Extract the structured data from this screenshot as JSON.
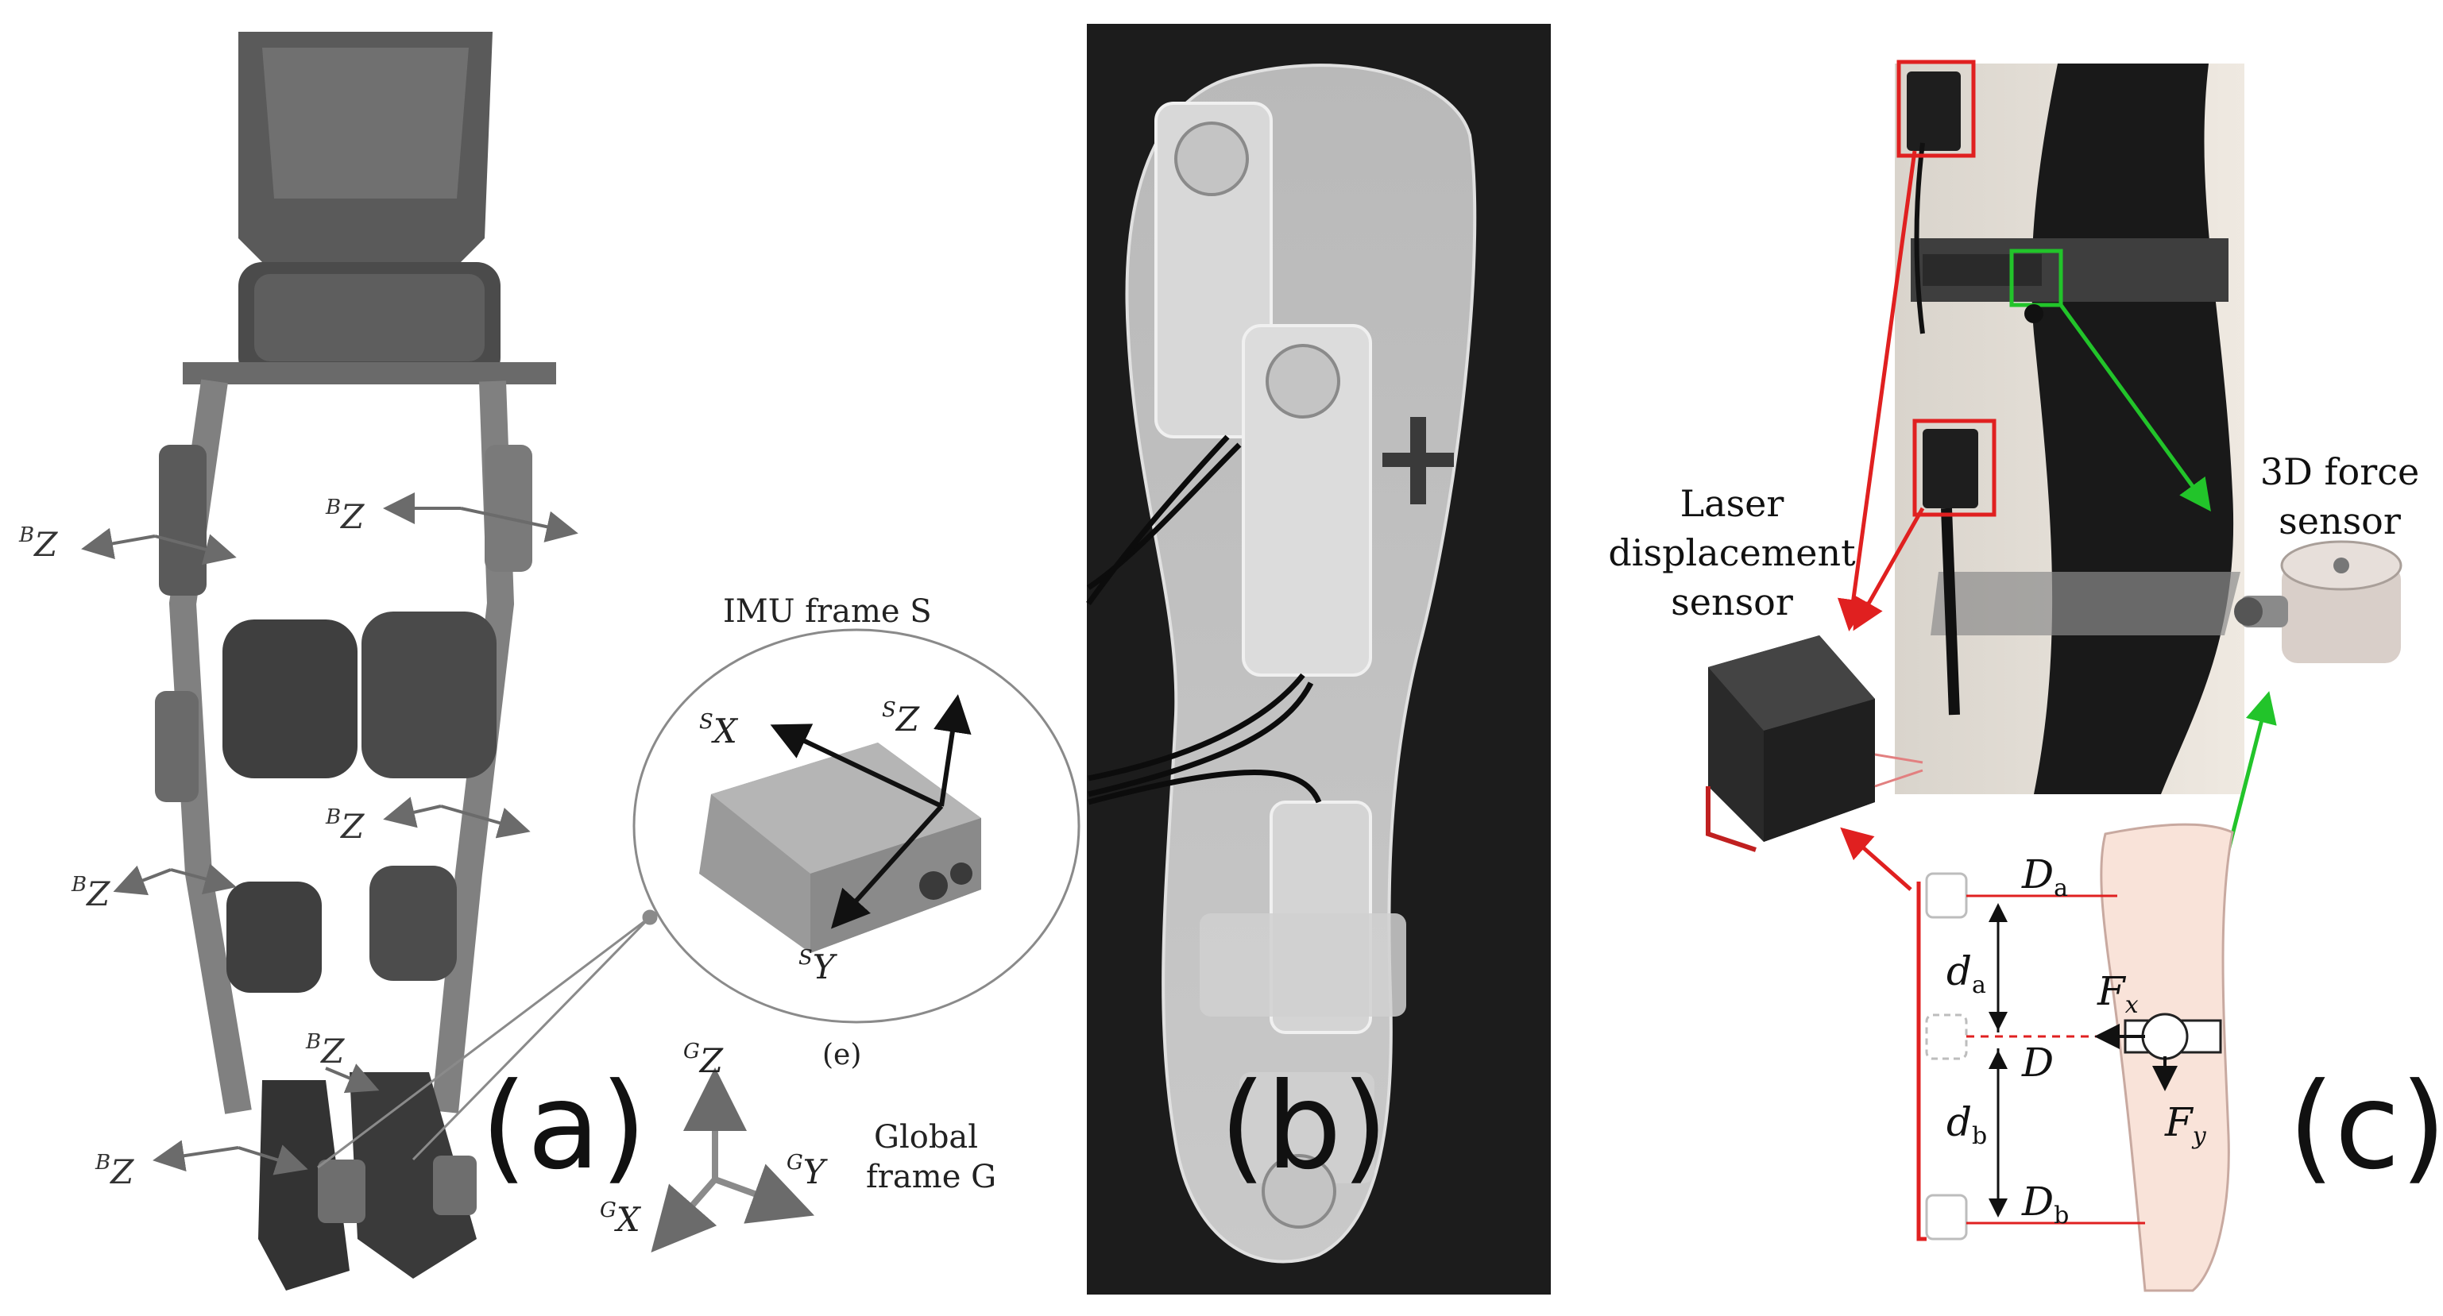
{
  "panel_a": {
    "panel_label": "(a)",
    "axis_labels": {
      "bz_upper_left": {
        "sup": "B",
        "base": "Z"
      },
      "bz_upper_right": {
        "sup": "B",
        "base": "Z"
      },
      "bz_mid_right": {
        "sup": "B",
        "base": "Z"
      },
      "bz_mid_left": {
        "sup": "B",
        "base": "Z"
      },
      "bz_foot_right": {
        "sup": "B",
        "base": "Z"
      },
      "bz_foot_left": {
        "sup": "B",
        "base": "Z"
      }
    },
    "imu_inset": {
      "title": "IMU frame S",
      "sx": {
        "sup": "S",
        "base": "X"
      },
      "sz": {
        "sup": "S",
        "base": "Z"
      },
      "sy": {
        "sup": "S",
        "base": "Y"
      },
      "caption": "(e)"
    },
    "global_frame": {
      "gz": {
        "sup": "G",
        "base": "Z"
      },
      "gy": {
        "sup": "G",
        "base": "Y"
      },
      "gx": {
        "sup": "G",
        "base": "X"
      },
      "label_line1": "Global",
      "label_line2": "frame G"
    }
  },
  "panel_b": {
    "panel_label": "(b)"
  },
  "panel_c": {
    "panel_label": "(c)",
    "laser_label": [
      "Laser",
      "displacement",
      "sensor"
    ],
    "force_label": [
      "3D force",
      "sensor"
    ],
    "symbols": {
      "Da": {
        "base": "D",
        "sub": "a"
      },
      "da": {
        "base": "d",
        "sub": "a"
      },
      "D": {
        "base": "D"
      },
      "db": {
        "base": "d",
        "sub": "b"
      },
      "Db": {
        "base": "D",
        "sub": "b"
      },
      "Fx": {
        "base": "F",
        "sub": "x"
      },
      "Fy": {
        "base": "F",
        "sub": "y"
      }
    }
  },
  "colors": {
    "red_marker": "#e02020",
    "green_marker": "#22c42a",
    "thigh_fill": "#f9e3d9",
    "dark_photo": "#1c1c1c"
  }
}
